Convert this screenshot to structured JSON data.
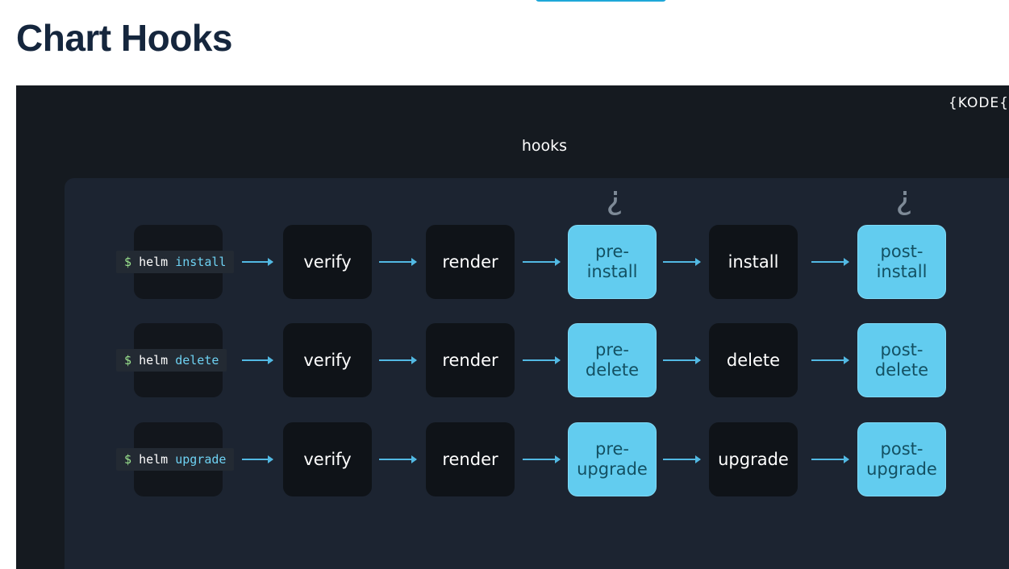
{
  "page": {
    "title": "Chart Hooks"
  },
  "slide": {
    "brand": "KODE",
    "title": "hooks",
    "hook_icon": "hook-icon",
    "rows": [
      {
        "command": {
          "prompt": "$",
          "tool": "helm",
          "sub": "install"
        },
        "steps": [
          "verify",
          "render",
          "pre-\ninstall",
          "install",
          "post-\ninstall"
        ]
      },
      {
        "command": {
          "prompt": "$",
          "tool": "helm",
          "sub": "delete"
        },
        "steps": [
          "verify",
          "render",
          "pre-\ndelete",
          "delete",
          "post-\ndelete"
        ]
      },
      {
        "command": {
          "prompt": "$",
          "tool": "helm",
          "sub": "upgrade"
        },
        "steps": [
          "verify",
          "render",
          "pre-\nupgrade",
          "upgrade",
          "post-\nupgrade"
        ]
      }
    ]
  },
  "colors": {
    "title": "#15263d",
    "slide_background": "#151a20",
    "panel": "#1c2431",
    "step_dark": "#0f1318",
    "hook_step": "#62ccef",
    "arrow": "#52b9e3",
    "command_prompt": "#9be38e",
    "command_sub": "#6ed2f3"
  }
}
